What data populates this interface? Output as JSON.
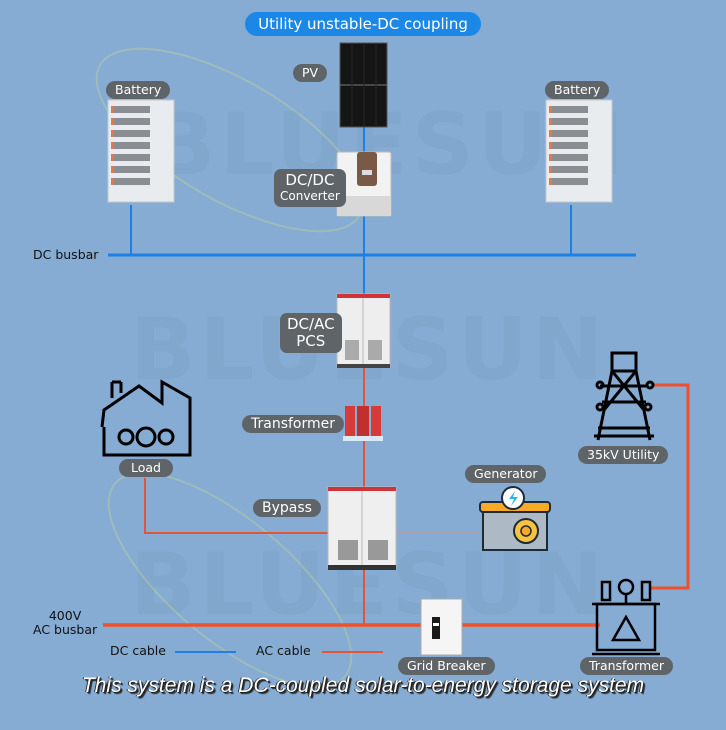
{
  "title": "Utility unstable-DC coupling",
  "watermark": "BLUESUN",
  "components": {
    "pv": "PV",
    "battery_left": "Battery",
    "battery_right": "Battery",
    "dcdc_line1": "DC/DC",
    "dcdc_line2": "Converter",
    "dcac_line1": "DC/AC",
    "dcac_line2": "PCS",
    "transformer_mid": "Transformer",
    "load": "Load",
    "bypass": "Bypass",
    "generator": "Generator",
    "utility": "35kV Utility",
    "grid_breaker": "Grid Breaker",
    "transformer_right": "Transformer"
  },
  "busbars": {
    "dc": "DC busbar",
    "ac_line1": "400V",
    "ac_line2": "AC busbar"
  },
  "legend": {
    "dc_cable": "DC cable",
    "ac_cable": "AC cable",
    "dc_color": "#1e7fe8",
    "ac_color": "#f0502a"
  },
  "caption": "This system is a DC-coupled solar-to-energy storage system"
}
